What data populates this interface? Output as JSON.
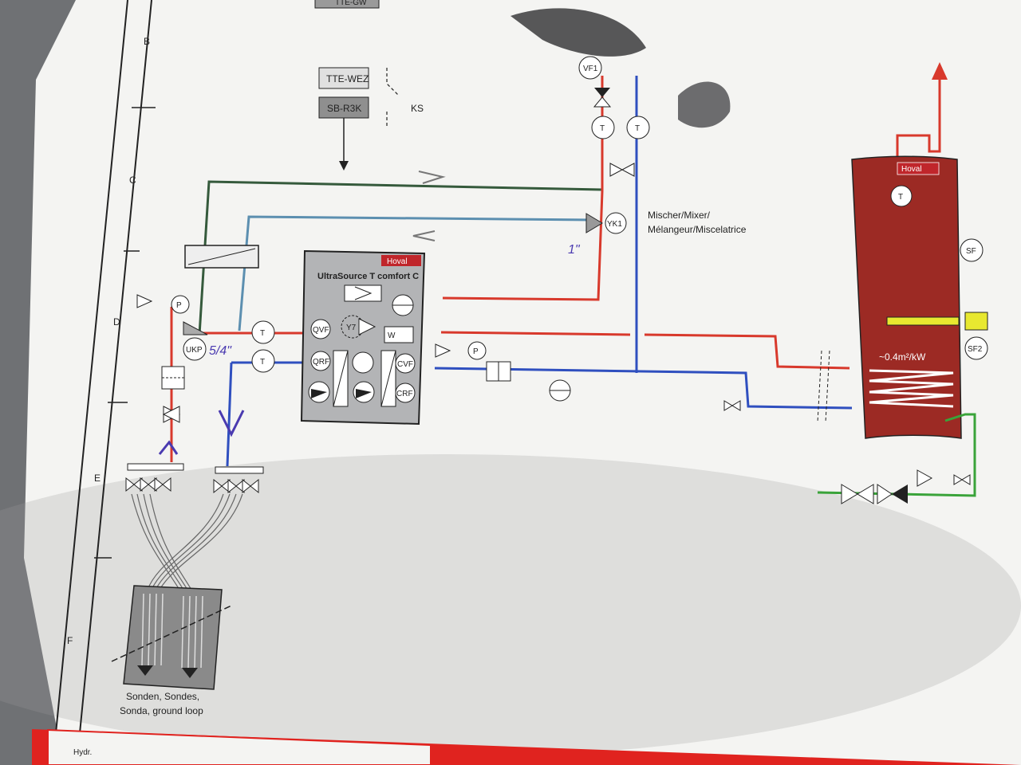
{
  "grid_rows": [
    "B",
    "C",
    "D",
    "E",
    "F"
  ],
  "controls": {
    "box1": "TTE-WEZ",
    "box2": "SB-R3K",
    "switch_label": "KS",
    "top_cut_label": "TTE-GW"
  },
  "heat_pump": {
    "brand": "Hoval",
    "model": "UltraSource T comfort C",
    "components": {
      "qvf": "QVF",
      "y7": "Y7",
      "w": "W",
      "qrf": "QRF",
      "cvf": "CVF",
      "crf": "CRF"
    }
  },
  "sensors": {
    "t": "T",
    "p": "P",
    "ukp": "UKP",
    "vf1": "VF1",
    "yk1": "YK1",
    "sf": "SF",
    "sf2": "SF2"
  },
  "mixer_label": [
    "Mischer/Mixer/",
    "Mélangeur/Miscelatrice"
  ],
  "tank": {
    "brand": "Hoval",
    "spec": "~0.4m²/kW"
  },
  "ground_loop_label": [
    "Sonden, Sondes,",
    "Sonda, ground loop"
  ],
  "handwritten": {
    "pipe_size_a": "5/4\"",
    "pipe_size_b": "1\""
  },
  "footer_cut_label": "Hydr.",
  "colors": {
    "supply": "#d8392c",
    "return": "#2f4fbf",
    "source": "#355a3c",
    "source_return": "#5c8fb0",
    "dhw": "#3aa33a",
    "tank": "#9c2a24",
    "paper": "#f4f4f2",
    "heat_pump_body": "#b3b4b6",
    "footer": "#e0231f"
  }
}
